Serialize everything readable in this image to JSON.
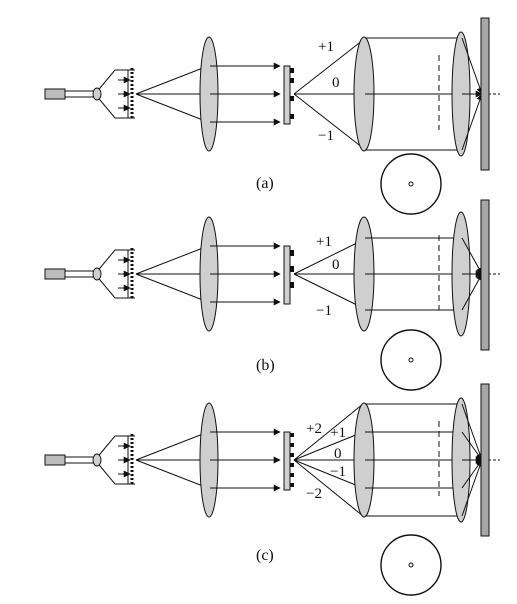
{
  "panels": [
    {
      "id": "a",
      "caption": "(a)",
      "orders": [
        "+1",
        "0",
        "−1"
      ]
    },
    {
      "id": "b",
      "caption": "(b)",
      "orders": [
        "+1",
        "0",
        "−1"
      ]
    },
    {
      "id": "c",
      "caption": "(c)",
      "orders": [
        "+2",
        "+1",
        "0",
        "−1",
        "−2"
      ]
    }
  ],
  "colors": {
    "ink": "#111111",
    "lens_fill": "#cfcfcf",
    "screen_fill": "#a7a7a7",
    "fiber_fill": "#bcbcbc"
  }
}
